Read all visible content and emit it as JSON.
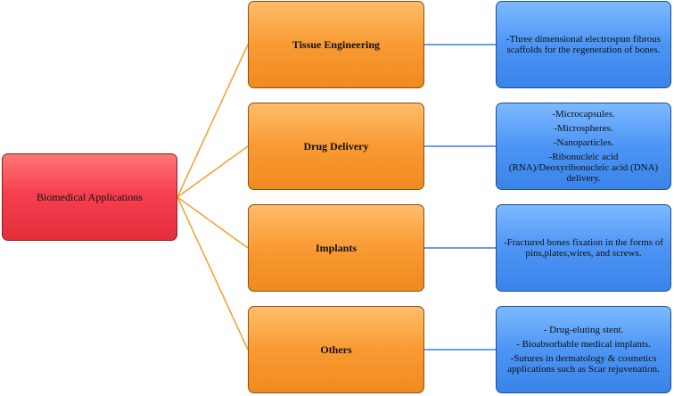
{
  "root": {
    "label": "Biomedical Applications"
  },
  "branches": [
    {
      "label": "Tissue Engineering",
      "items": [
        "-Three dimensional electrospun fibrous scaffolds for the regeneration of bones."
      ]
    },
    {
      "label": "Drug Delivery",
      "items": [
        "-Microcapsules.",
        "-Microspheres.",
        "-Nanoparticles.",
        "-Ribonucleic acid (RNA)/Deoxyribonucleic acid (DNA) delivery."
      ]
    },
    {
      "label": "Implants",
      "items": [
        "-Fractured bones fixation in the forms of pins,plates,wires, and screws."
      ]
    },
    {
      "label": "Others",
      "items": [
        "- Drug-eluting stent.",
        "- Bioabsorbable medical implants.",
        "-Sutures in dermatology & cosmetics applications such as Scar rejuvenation."
      ]
    }
  ],
  "colors": {
    "root": "#f04452",
    "branch": "#f99a33",
    "leaf": "#4c95f4",
    "orange_line": "#f0a030",
    "blue_line": "#3a7de0"
  }
}
